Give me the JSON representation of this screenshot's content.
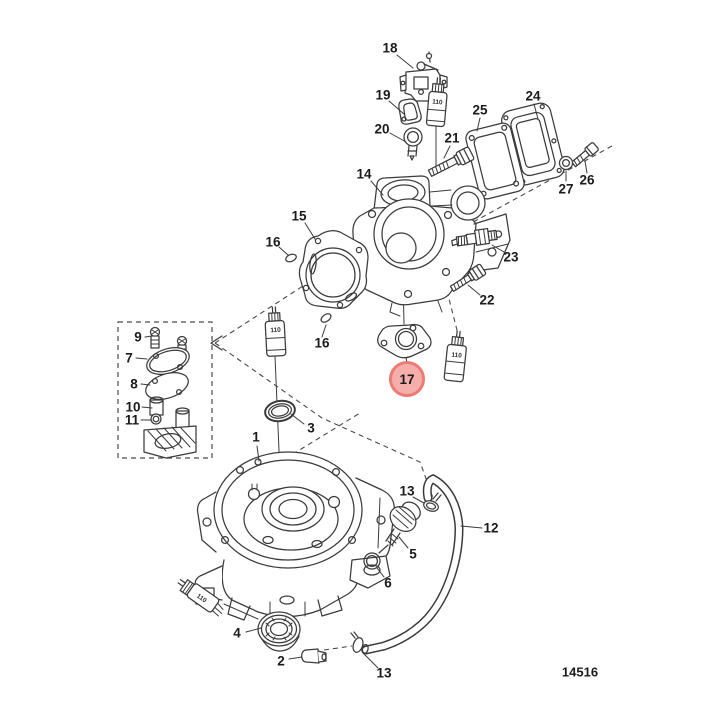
{
  "page": {
    "background": "#ffffff",
    "ink": "#3b3b3b"
  },
  "diagram": {
    "drawing_number": "14516",
    "sealant_label": "110",
    "highlight": {
      "label": "17",
      "fill": "#f5aeaa",
      "stroke": "#ec7b74"
    },
    "callouts": {
      "c1": "1",
      "c2": "2",
      "c3": "3",
      "c4": "4",
      "c5": "5",
      "c6": "6",
      "c7": "7",
      "c8": "8",
      "c9": "9",
      "c10": "10",
      "c11": "11",
      "c12": "12",
      "c13a": "13",
      "c13b": "13",
      "c14": "14",
      "c15": "15",
      "c16a": "16",
      "c16b": "16",
      "c18": "18",
      "c19": "19",
      "c20": "20",
      "c21": "21",
      "c22": "22",
      "c23": "23",
      "c24": "24",
      "c25": "25",
      "c26": "26",
      "c27": "27"
    }
  }
}
